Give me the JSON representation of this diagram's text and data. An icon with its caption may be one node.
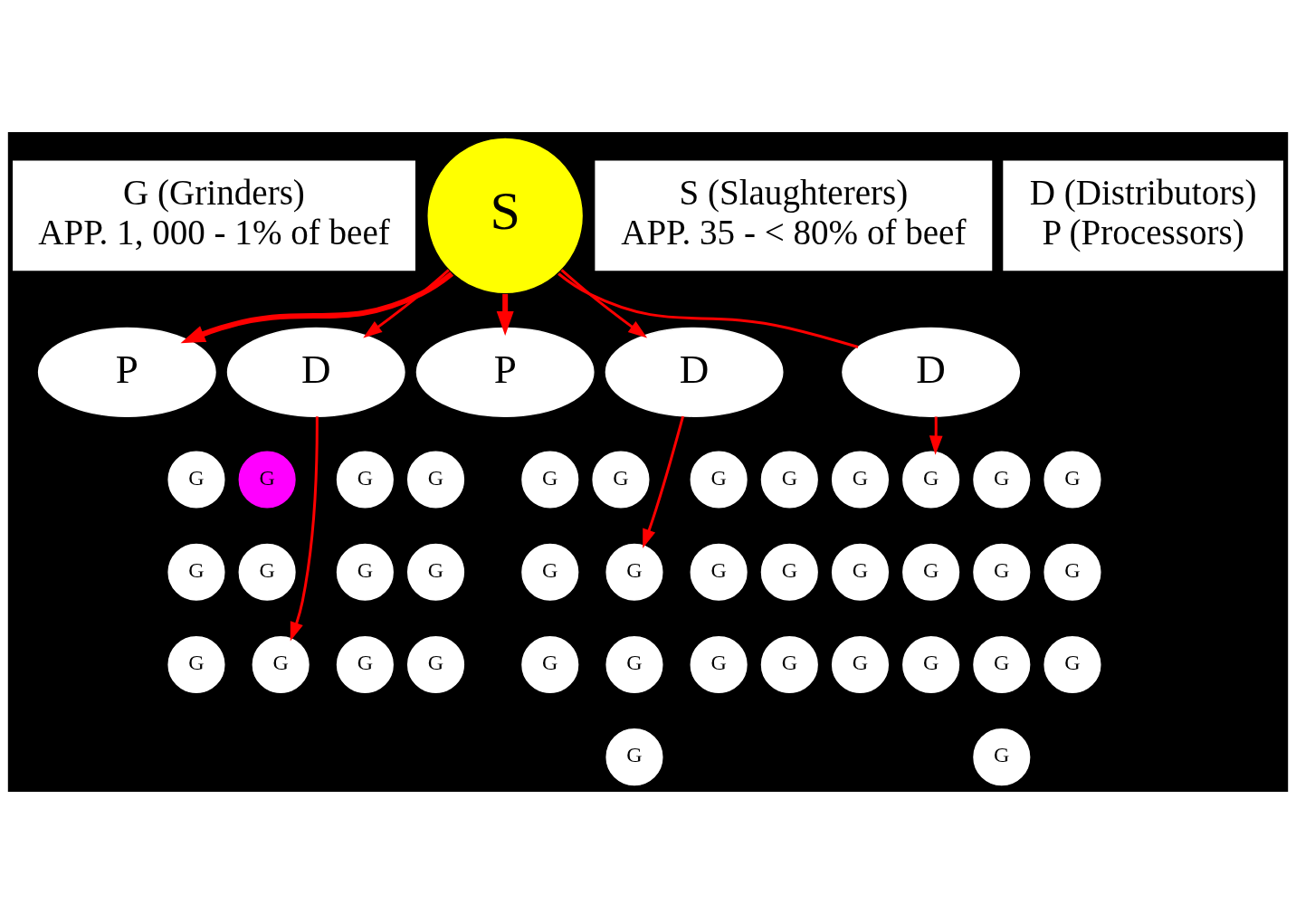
{
  "diagram": {
    "nodes": [
      {
        "text": [
          "G (Grinders)",
          "APP. 1, 000 - 1% of beef"
        ]
      },
      {
        "text": [
          "P"
        ]
      },
      {
        "text": [
          "D"
        ]
      },
      {
        "text": [
          "S"
        ]
      },
      {
        "text": [
          "P"
        ]
      },
      {
        "text": [
          "D"
        ]
      },
      {
        "text": [
          "D"
        ]
      },
      {
        "text": [
          "S (Slaughterers)",
          "APP. 35 - < 80% of beef"
        ]
      },
      {
        "text": [
          "D (Distributors)",
          "P (Processors)"
        ]
      },
      {
        "text": [
          "G"
        ]
      },
      {
        "text": [
          "G"
        ]
      },
      {
        "text": [
          "G"
        ]
      },
      {
        "text": [
          "G"
        ]
      },
      {
        "text": [
          "G"
        ]
      },
      {
        "text": [
          "G"
        ]
      },
      {
        "text": [
          "G"
        ]
      },
      {
        "text": [
          "G"
        ]
      },
      {
        "text": [
          "G"
        ]
      },
      {
        "text": [
          "G"
        ]
      },
      {
        "text": [
          "G"
        ]
      },
      {
        "text": [
          "G"
        ]
      },
      {
        "text": [
          "G"
        ]
      },
      {
        "text": [
          "G"
        ]
      },
      {
        "text": [
          "G"
        ]
      },
      {
        "text": [
          "G"
        ]
      },
      {
        "text": [
          "G"
        ]
      },
      {
        "text": [
          "G"
        ]
      },
      {
        "text": [
          "G"
        ]
      },
      {
        "text": [
          "G"
        ]
      },
      {
        "text": [
          "G"
        ]
      },
      {
        "text": [
          "G"
        ]
      },
      {
        "text": [
          "G"
        ]
      },
      {
        "text": [
          "G"
        ]
      },
      {
        "text": [
          "G"
        ]
      },
      {
        "text": [
          "G"
        ]
      },
      {
        "text": [
          "G"
        ]
      },
      {
        "text": [
          "G"
        ]
      },
      {
        "text": [
          "G"
        ]
      },
      {
        "text": [
          "G"
        ]
      },
      {
        "text": [
          "G"
        ]
      },
      {
        "text": [
          "G"
        ]
      },
      {
        "text": [
          "G"
        ]
      },
      {
        "text": [
          "G"
        ]
      },
      {
        "text": [
          "G"
        ]
      },
      {
        "text": [
          "G"
        ]
      },
      {
        "text": [
          "G"
        ]
      },
      {
        "text": [
          "G"
        ]
      }
    ],
    "edges": [
      {
        "from": 3,
        "to": 1,
        "arrow": "to",
        "style": "thick"
      },
      {
        "from": 3,
        "to": 4,
        "arrow": "to",
        "style": "thick"
      },
      {
        "from": 3,
        "to": 2,
        "arrow": "to"
      },
      {
        "from": 3,
        "to": 5,
        "arrow": "to"
      },
      {
        "from": 3,
        "to": 6,
        "arrow": "none"
      },
      {
        "from": 2,
        "to": 18,
        "arrow": "to"
      },
      {
        "from": 5,
        "to": 25,
        "arrow": "to"
      },
      {
        "from": 6,
        "to": 37,
        "arrow": "to"
      }
    ]
  }
}
